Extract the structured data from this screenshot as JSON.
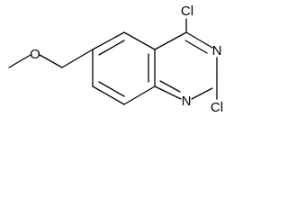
{
  "molecule": {
    "atoms": {
      "cl_top": "Cl",
      "cl_bottom": "Cl",
      "n_upper": "N",
      "n_lower": "N",
      "o_methoxy": "O"
    }
  },
  "colors": {
    "bond": "#000000",
    "label": "#000000",
    "background": "#ffffff"
  }
}
